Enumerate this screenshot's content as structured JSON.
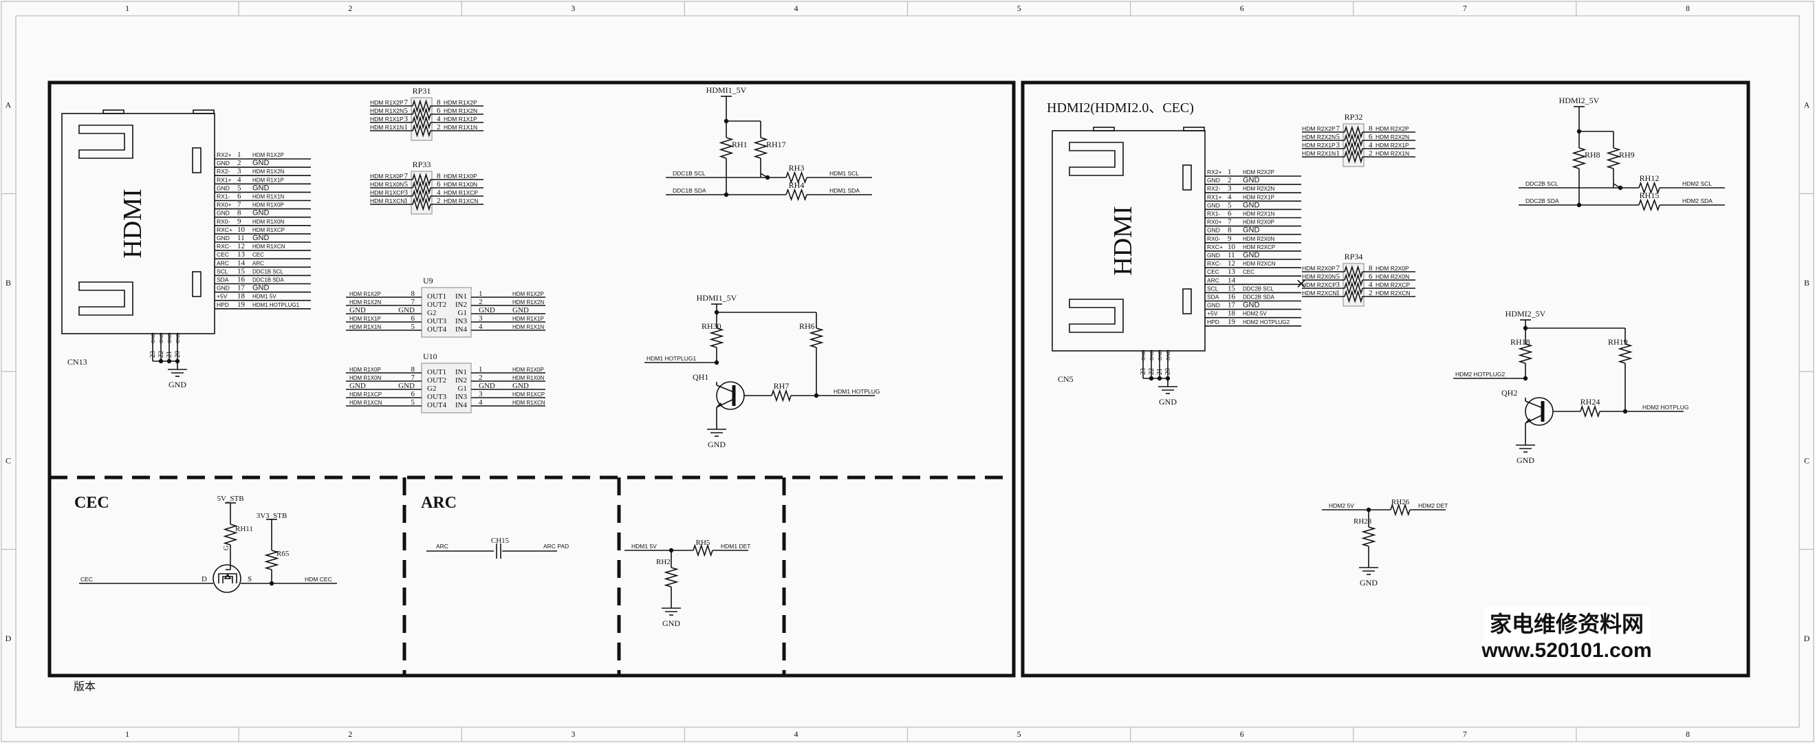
{
  "sheet": {
    "columns": [
      "1",
      "2",
      "3",
      "4",
      "5",
      "6",
      "7",
      "8"
    ],
    "rows": [
      "A",
      "B",
      "C",
      "D"
    ],
    "version_label": "版本"
  },
  "hdmi1": {
    "connector_ref": "CN13",
    "connector_label": "HDMI",
    "pins": [
      {
        "num": "1",
        "fn": "RX2+",
        "net": "HDM_R1X2P"
      },
      {
        "num": "2",
        "fn": "GND",
        "net": "GND"
      },
      {
        "num": "3",
        "fn": "RX2-",
        "net": "HDM_R1X2N"
      },
      {
        "num": "4",
        "fn": "RX1+",
        "net": "HDM_R1X1P"
      },
      {
        "num": "5",
        "fn": "GND",
        "net": "GND"
      },
      {
        "num": "6",
        "fn": "RX1-",
        "net": "HDM_R1X1N"
      },
      {
        "num": "7",
        "fn": "RX0+",
        "net": "HDM_R1X0P"
      },
      {
        "num": "8",
        "fn": "GND",
        "net": "GND"
      },
      {
        "num": "9",
        "fn": "RX0-",
        "net": "HDM_R1X0N"
      },
      {
        "num": "10",
        "fn": "RXC+",
        "net": "HDM_R1XCP"
      },
      {
        "num": "11",
        "fn": "GND",
        "net": "GND"
      },
      {
        "num": "12",
        "fn": "RXC-",
        "net": "HDM_R1XCN"
      },
      {
        "num": "13",
        "fn": "CEC",
        "net": "CEC"
      },
      {
        "num": "14",
        "fn": "ARC",
        "net": "ARC"
      },
      {
        "num": "15",
        "fn": "SCL",
        "net": "DDC1B_SCL"
      },
      {
        "num": "16",
        "fn": "SDA",
        "net": "DDC1B_SDA"
      },
      {
        "num": "17",
        "fn": "GND",
        "net": "GND"
      },
      {
        "num": "18",
        "fn": "+5V",
        "net": "HDM1_5V"
      },
      {
        "num": "19",
        "fn": "HPD",
        "net": "HDM1_HOTPLUG1"
      }
    ],
    "shield_pins": [
      "23",
      "22",
      "21",
      "20"
    ],
    "shield_fn": "GND",
    "gnd_label": "GND",
    "rp_a": {
      "ref": "RP31",
      "rows": [
        {
          "lnet": "HDM_R1X2P",
          "lpin": "7",
          "rpin": "8",
          "rnet": "HDM_R1X2P"
        },
        {
          "lnet": "HDM_R1X2N",
          "lpin": "5",
          "rpin": "6",
          "rnet": "HDM_R1X2N"
        },
        {
          "lnet": "HDM_R1X1P",
          "lpin": "3",
          "rpin": "4",
          "rnet": "HDM_R1X1P"
        },
        {
          "lnet": "HDM_R1X1N",
          "lpin": "1",
          "rpin": "2",
          "rnet": "HDM_R1X1N"
        }
      ]
    },
    "rp_b": {
      "ref": "RP33",
      "rows": [
        {
          "lnet": "HDM_R1X0P",
          "lpin": "7",
          "rpin": "8",
          "rnet": "HDM_R1X0P"
        },
        {
          "lnet": "HDM_R1X0N",
          "lpin": "5",
          "rpin": "6",
          "rnet": "HDM_R1X0N"
        },
        {
          "lnet": "HDM_R1XCP",
          "lpin": "3",
          "rpin": "4",
          "rnet": "HDM_R1XCP"
        },
        {
          "lnet": "HDM_R1XCN",
          "lpin": "1",
          "rpin": "2",
          "rnet": "HDM_R1XCN"
        }
      ]
    },
    "u_a": {
      "ref": "U9",
      "rows": [
        {
          "lnet": "HDM_R1X2P",
          "lpin": "8",
          "lfn": "OUT1",
          "rfn": "IN1",
          "rpin": "1",
          "rnet": "HDM_R1X2P"
        },
        {
          "lnet": "HDM_R1X2N",
          "lpin": "7",
          "lfn": "OUT2",
          "rfn": "IN2",
          "rpin": "2",
          "rnet": "HDM_R1X2N"
        },
        {
          "lnet": "GND",
          "lpin": "GND",
          "lfn": "G2",
          "rfn": "G1",
          "rpin": "GND",
          "rnet": "GND"
        },
        {
          "lnet": "HDM_R1X1P",
          "lpin": "6",
          "lfn": "OUT3",
          "rfn": "IN3",
          "rpin": "3",
          "rnet": "HDM_R1X1P"
        },
        {
          "lnet": "HDM_R1X1N",
          "lpin": "5",
          "lfn": "OUT4",
          "rfn": "IN4",
          "rpin": "4",
          "rnet": "HDM_R1X1N"
        }
      ]
    },
    "u_b": {
      "ref": "U10",
      "rows": [
        {
          "lnet": "HDM_R1X0P",
          "lpin": "8",
          "lfn": "OUT1",
          "rfn": "IN1",
          "rpin": "1",
          "rnet": "HDM_R1X0P"
        },
        {
          "lnet": "HDM_R1X0N",
          "lpin": "7",
          "lfn": "OUT2",
          "rfn": "IN2",
          "rpin": "2",
          "rnet": "HDM_R1X0N"
        },
        {
          "lnet": "GND",
          "lpin": "GND",
          "lfn": "G2",
          "rfn": "G1",
          "rpin": "GND",
          "rnet": "GND"
        },
        {
          "lnet": "HDM_R1XCP",
          "lpin": "6",
          "lfn": "OUT3",
          "rfn": "IN3",
          "rpin": "3",
          "rnet": "HDM_R1XCP"
        },
        {
          "lnet": "HDM_R1XCN",
          "lpin": "5",
          "lfn": "OUT4",
          "rfn": "IN4",
          "rpin": "4",
          "rnet": "HDM_R1XCN"
        }
      ]
    },
    "ddc": {
      "rail": "HDMI1_5V",
      "r_pull1": "RH1",
      "r_pull2": "RH17",
      "r_scl": "RH3",
      "r_sda": "RH4",
      "in_scl": "DDC1B_SCL",
      "in_sda": "DDC1B_SDA",
      "out_scl": "HDM1_SCL",
      "out_sda": "HDM1_SDA"
    },
    "hpd": {
      "rail": "HDMI1_5V",
      "r_top": "RH30",
      "r_right": "RH6",
      "r_base": "RH7",
      "q": "QH1",
      "in_net": "HDM1_HOTPLUG1",
      "out_net": "HDM1_HOTPLUG",
      "gnd": "GND"
    }
  },
  "cec": {
    "title": "CEC",
    "rail_g": "5V_STB",
    "rail_pull": "3V3_STB",
    "r_gate": "RH11",
    "r_pull": "R65",
    "gate_pin": "G",
    "drain_pin": "D",
    "source_pin": "S",
    "in_net": "CEC",
    "out_net": "HDM_CEC"
  },
  "arc": {
    "title": "ARC",
    "cap": "CH15",
    "in_net": "ARC",
    "out_net": "ARC_PAD"
  },
  "det1": {
    "in_net": "HDM1_5V",
    "r_series": "RH5",
    "r_down": "RH2",
    "out_net": "HDM1_DET",
    "gnd": "GND"
  },
  "hdmi2": {
    "title": "HDMI2(HDMI2.0、CEC)",
    "connector_ref": "CN5",
    "connector_label": "HDMI",
    "pins": [
      {
        "num": "1",
        "fn": "RX2+",
        "net": "HDM_R2X2P"
      },
      {
        "num": "2",
        "fn": "GND",
        "net": "GND"
      },
      {
        "num": "3",
        "fn": "RX2-",
        "net": "HDM_R2X2N"
      },
      {
        "num": "4",
        "fn": "RX1+",
        "net": "HDM_R2X1P"
      },
      {
        "num": "5",
        "fn": "GND",
        "net": "GND"
      },
      {
        "num": "6",
        "fn": "RX1-",
        "net": "HDM_R2X1N"
      },
      {
        "num": "7",
        "fn": "RX0+",
        "net": "HDM_R2X0P"
      },
      {
        "num": "8",
        "fn": "GND",
        "net": "GND"
      },
      {
        "num": "9",
        "fn": "RX0-",
        "net": "HDM_R2X0N"
      },
      {
        "num": "10",
        "fn": "RXC+",
        "net": "HDM_R2XCP"
      },
      {
        "num": "11",
        "fn": "GND",
        "net": "GND"
      },
      {
        "num": "12",
        "fn": "RXC-",
        "net": "HDM_R2XCN"
      },
      {
        "num": "13",
        "fn": "CEC",
        "net": "CEC"
      },
      {
        "num": "14",
        "fn": "ARC",
        "net": ""
      },
      {
        "num": "15",
        "fn": "SCL",
        "net": "DDC2B_SCL"
      },
      {
        "num": "16",
        "fn": "SDA",
        "net": "DDC2B_SDA"
      },
      {
        "num": "17",
        "fn": "GND",
        "net": "GND"
      },
      {
        "num": "18",
        "fn": "+5V",
        "net": "HDM2_5V"
      },
      {
        "num": "19",
        "fn": "HPD",
        "net": "HDM2_HOTPLUG2"
      }
    ],
    "shield_pins": [
      "23",
      "22",
      "21",
      "20"
    ],
    "shield_fn": "GND",
    "gnd_label": "GND",
    "rp_a": {
      "ref": "RP32",
      "rows": [
        {
          "lnet": "HDM_R2X2P",
          "lpin": "7",
          "rpin": "8",
          "rnet": "HDM_R2X2P"
        },
        {
          "lnet": "HDM_R2X2N",
          "lpin": "5",
          "rpin": "6",
          "rnet": "HDM_R2X2N"
        },
        {
          "lnet": "HDM_R2X1P",
          "lpin": "3",
          "rpin": "4",
          "rnet": "HDM_R2X1P"
        },
        {
          "lnet": "HDM_R2X1N",
          "lpin": "1",
          "rpin": "2",
          "rnet": "HDM_R2X1N"
        }
      ]
    },
    "rp_b": {
      "ref": "RP34",
      "rows": [
        {
          "lnet": "HDM_R2X0P",
          "lpin": "7",
          "rpin": "8",
          "rnet": "HDM_R2X0P"
        },
        {
          "lnet": "HDM_R2X0N",
          "lpin": "5",
          "rpin": "6",
          "rnet": "HDM_R2X0N"
        },
        {
          "lnet": "HDM_R2XCP",
          "lpin": "3",
          "rpin": "4",
          "rnet": "HDM_R2XCP"
        },
        {
          "lnet": "HDM_R2XCN",
          "lpin": "1",
          "rpin": "2",
          "rnet": "HDM_R2XCN"
        }
      ]
    },
    "ddc": {
      "rail": "HDMI2_5V",
      "r_pull1": "RH8",
      "r_pull2": "RH9",
      "r_scl": "RH12",
      "r_sda": "RH15",
      "in_scl": "DDC2B_SCL",
      "in_sda": "DDC2B_SDA",
      "out_scl": "HDM2_SCL",
      "out_sda": "HDM2_SDA"
    },
    "hpd": {
      "rail": "HDMI2_5V",
      "r_top": "RH18",
      "r_right": "RH19",
      "r_base": "RH24",
      "q": "QH2",
      "in_net": "HDM2_HOTPLUG2",
      "out_net": "HDM2_HOTPLUG",
      "gnd": "GND"
    },
    "det": {
      "in_net": "HDM2_5V",
      "r_series": "RH26",
      "r_down": "RH28",
      "out_net": "HDM2_DET",
      "gnd": "GND"
    }
  },
  "watermark": {
    "cn": "家电维修资料网",
    "url": "www.520101.com"
  }
}
